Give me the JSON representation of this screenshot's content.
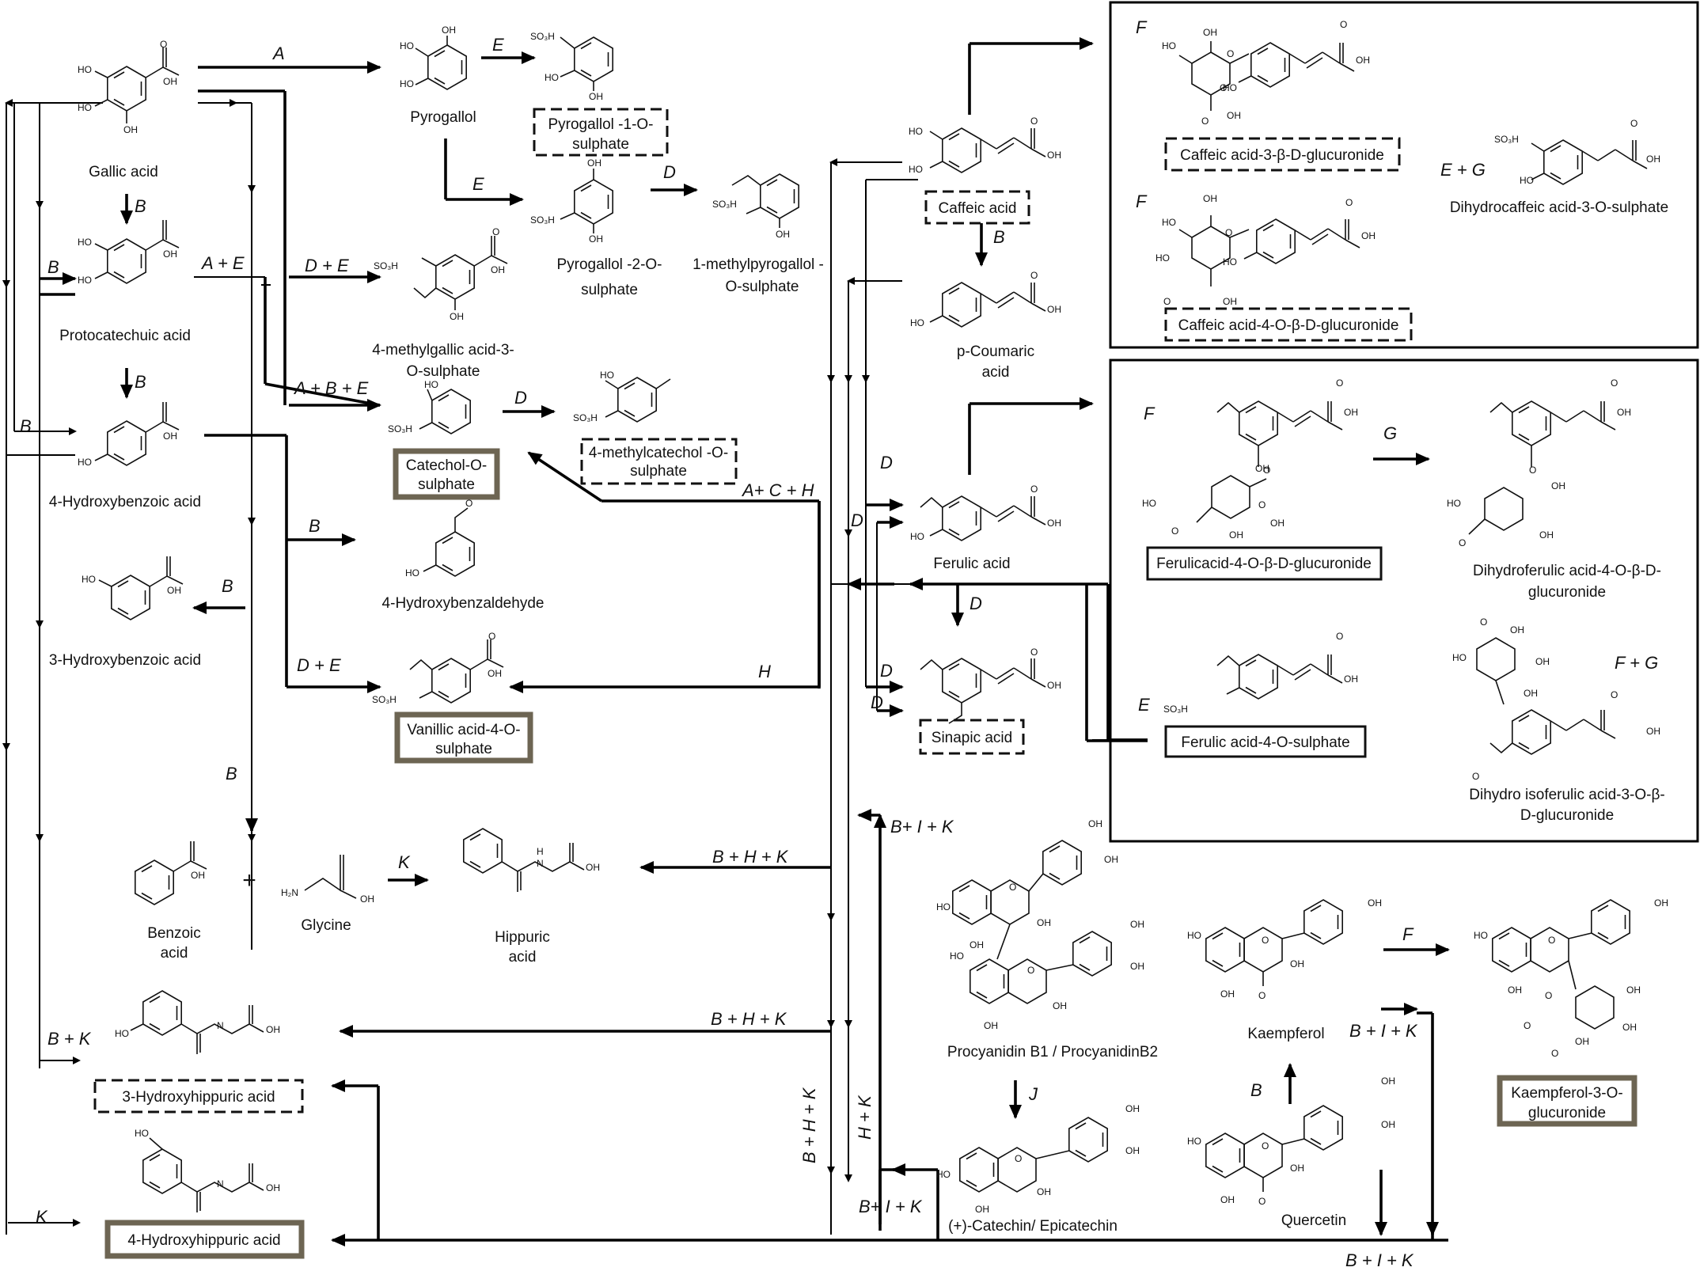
{
  "compounds": {
    "gallic_acid": "Gallic acid",
    "protocatechuic_acid": "Protocatechuic acid",
    "hydroxybenzoic_4": "4-Hydroxybenzoic acid",
    "hydroxybenzoic_3": "3-Hydroxybenzoic acid",
    "benzoic_l1": "Benzoic",
    "benzoic_l2": "acid",
    "glycine": "Glycine",
    "hippuric_l1": "Hippuric",
    "hippuric_l2": "acid",
    "hydroxyhippuric_3": "3-Hydroxyhippuric acid",
    "hydroxyhippuric_4": "4-Hydroxyhippuric acid",
    "pyrogallol": "Pyrogallol",
    "pyrogallol_1_sulphate_l1": "Pyrogallol -1-O-",
    "pyrogallol_1_sulphate_l2": "sulphate",
    "pyrogallol_2_sulphate_l1": "Pyrogallol -2-O-",
    "pyrogallol_2_sulphate_l2": "sulphate",
    "methylpyrogallol_l1": "1-methylpyrogallol -",
    "methylpyrogallol_l2": "O-sulphate",
    "methylgallic_l1": "4-methylgallic acid-3-",
    "methylgallic_l2": "O-sulphate",
    "catechol_sulphate_l1": "Catechol-O-",
    "catechol_sulphate_l2": "sulphate",
    "methylcatechol_l1": "4-methylcatechol -O-",
    "methylcatechol_l2": "sulphate",
    "hydroxybenzaldehyde": "4-Hydroxybenzaldehyde",
    "vanillic_sulphate_l1": "Vanillic acid-4-O-",
    "vanillic_sulphate_l2": "sulphate",
    "caffeic_acid": "Caffeic acid",
    "coumaric_l1": "p-Coumaric",
    "coumaric_l2": "acid",
    "ferulic_acid": "Ferulic acid",
    "sinapic_acid": "Sinapic acid",
    "caffeic_3_gluc": "Caffeic acid-3-β-D-glucuronide",
    "caffeic_4_gluc": "Caffeic acid-4-O-β-D-glucuronide",
    "dihydrocaffeic_sulphate": "Dihydrocaffeic acid-3-O-sulphate",
    "ferulic_4_gluc": "Ferulicacid-4-O-β-D-glucuronide",
    "dihydroferulic_l1": "Dihydroferulic acid-4-O-β-D-",
    "dihydroferulic_l2": "glucuronide",
    "ferulic_4_sulphate": "Ferulic acid-4-O-sulphate",
    "dihydroisoferulic_l1": "Dihydro isoferulic acid-3-O-β-",
    "dihydroisoferulic_l2": "D-glucuronide",
    "procyanidin": "Procyanidin B1 / ProcyanidinB2",
    "catechin": "(+)-Catechin/ Epicatechin",
    "kaempferol": "Kaempferol",
    "quercetin": "Quercetin",
    "kaempferol_gluc_l1": "Kaempferol-3-O-",
    "kaempferol_gluc_l2": "glucuronide"
  },
  "reactions": {
    "A": "A",
    "B": "B",
    "D": "D",
    "E": "E",
    "F": "F",
    "G": "G",
    "H": "H",
    "J": "J",
    "K": "K",
    "A_E": "A + E",
    "D_E": "D + E",
    "A_B_E": "A + B + E",
    "A_C_H": "A+ C + H",
    "E_G": "E + G",
    "F_G": "F + G",
    "B_K": "B + K",
    "B_H_K": "B + H + K",
    "H_K": "H + K",
    "B_I_K": "B+ I + K",
    "B_I_K_sp": "B + I + K"
  },
  "plus": "+",
  "atoms": {
    "OH": "OH",
    "HO": "HO",
    "O": "O",
    "NH": "N",
    "H": "H",
    "H2N": "H₂N",
    "SO3H": "SO₃H"
  }
}
